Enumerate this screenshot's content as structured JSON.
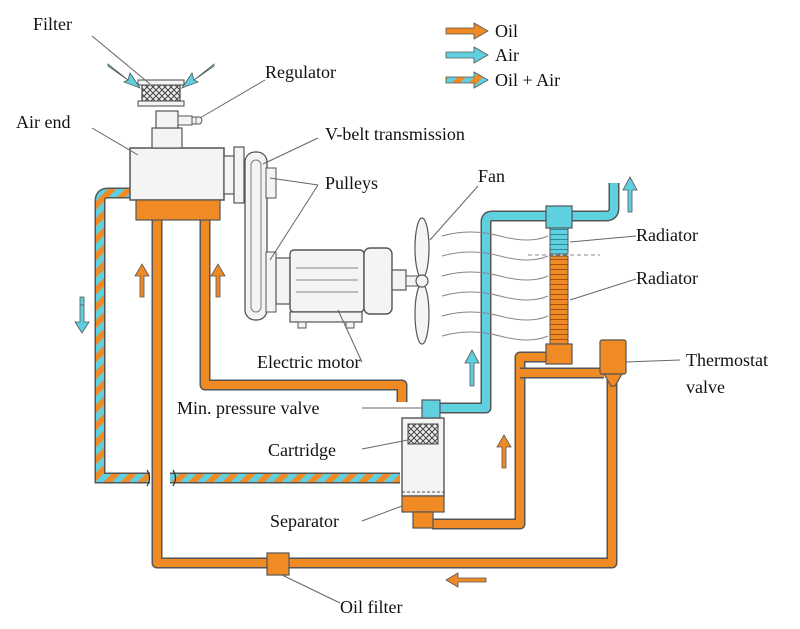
{
  "labels": {
    "filter": "Filter",
    "regulator": "Regulator",
    "air_end": "Air end",
    "v_belt": "V-belt transmission",
    "pulleys": "Pulleys",
    "fan": "Fan",
    "radiator_top": "Radiator",
    "radiator_bottom": "Radiator",
    "electric_motor": "Electric motor",
    "thermostat_line1": "Thermostat",
    "thermostat_line2": "valve",
    "min_pressure_valve": "Min. pressure valve",
    "cartridge": "Cartridge",
    "separator": "Separator",
    "oil_filter": "Oil filter"
  },
  "legend": [
    {
      "label": "Oil",
      "kind": "oil"
    },
    {
      "label": "Air",
      "kind": "air"
    },
    {
      "label": "Oil + Air",
      "kind": "oil-air"
    }
  ],
  "colors": {
    "oil": "#f08a24",
    "air": "#5fd0e0",
    "outline": "#555555",
    "body": "#f2f2f2"
  }
}
